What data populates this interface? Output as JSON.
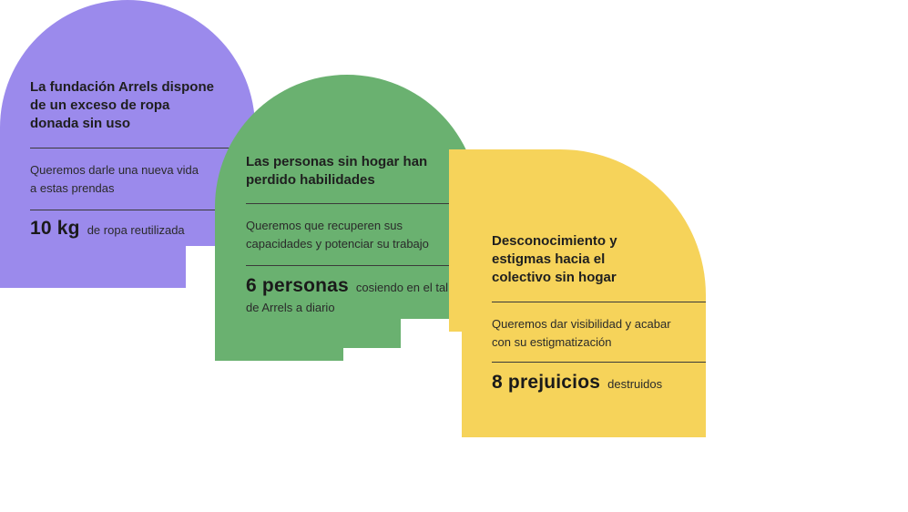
{
  "cards": [
    {
      "color": "#9b8aec",
      "title": "La fundación Arrels dispone de un exceso de ropa donada sin uso",
      "subtitle": "Queremos darle una nueva vida a estas prendas",
      "stat_value": "10 kg",
      "stat_text": "de ropa reutilizada"
    },
    {
      "color": "#6ab170",
      "title": "Las personas sin hogar han perdido habilidades",
      "subtitle": "Queremos que recuperen sus capacidades y potenciar su trabajo",
      "stat_value": "6 personas",
      "stat_text": "cosiendo en el taller de Arrels a diario"
    },
    {
      "color": "#f6d35a",
      "title": "Desconocimiento y estigmas hacia el colectivo sin hogar",
      "subtitle": "Queremos dar visibilidad y acabar con su estigmatización",
      "stat_value": "8 prejuicios",
      "stat_text": "destruidos"
    }
  ]
}
